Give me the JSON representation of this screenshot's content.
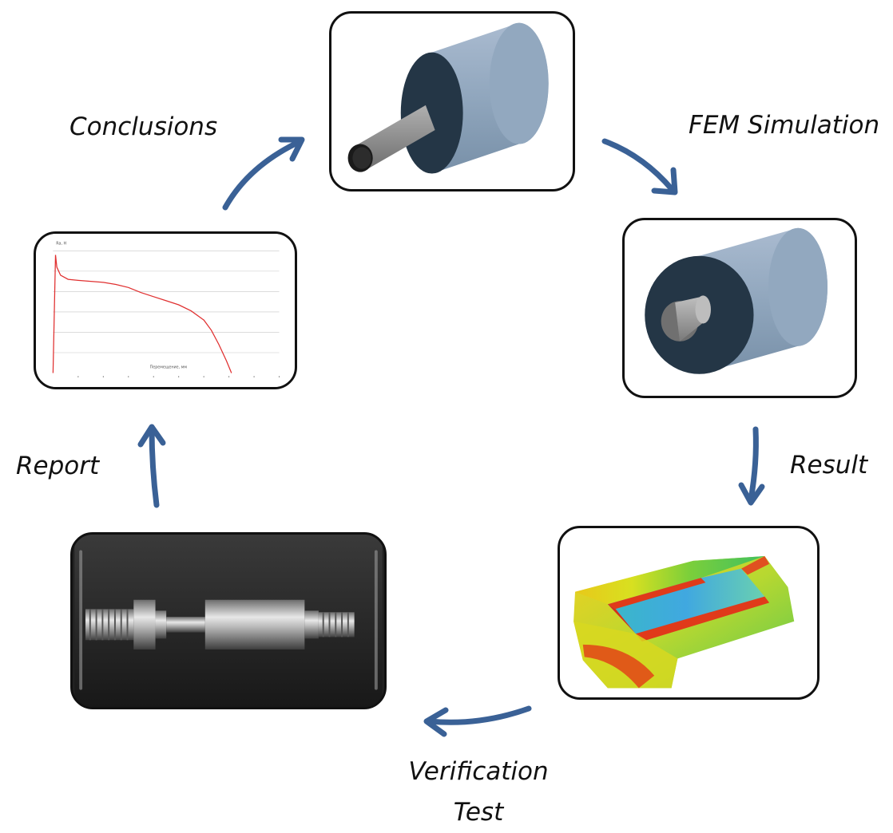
{
  "labels": {
    "conclusions": "Conclusions",
    "fem_simulation": "FEM Simulation",
    "result": "Result",
    "verification_line1": "Verification",
    "verification_line2": "Test",
    "report": "Report"
  },
  "chart_data": {
    "type": "line",
    "title": "",
    "xlabel": "Перемещение, мм",
    "ylabel": "",
    "corner_label": "Ra, H",
    "series": [
      {
        "values_note": "",
        "x": [
          0,
          0.1,
          0.15,
          0.3,
          0.6,
          1.0,
          1.5,
          2.0,
          2.5,
          3.0,
          3.5,
          4.0,
          4.5,
          5.0,
          5.5,
          6.0,
          6.3,
          6.6,
          6.9,
          7.1
        ],
        "y": [
          0,
          5.8,
          5.2,
          4.8,
          4.6,
          4.55,
          4.5,
          4.45,
          4.35,
          4.2,
          3.95,
          3.75,
          3.55,
          3.35,
          3.05,
          2.6,
          2.1,
          1.4,
          0.6,
          0
        ]
      }
    ],
    "colors": {
      "line": "#e03030"
    }
  },
  "colors": {
    "arrow": "#3a6196",
    "cylinder": "#8da2b8",
    "cylinder_face": "#243646",
    "shaft": "#8a8a8a"
  }
}
